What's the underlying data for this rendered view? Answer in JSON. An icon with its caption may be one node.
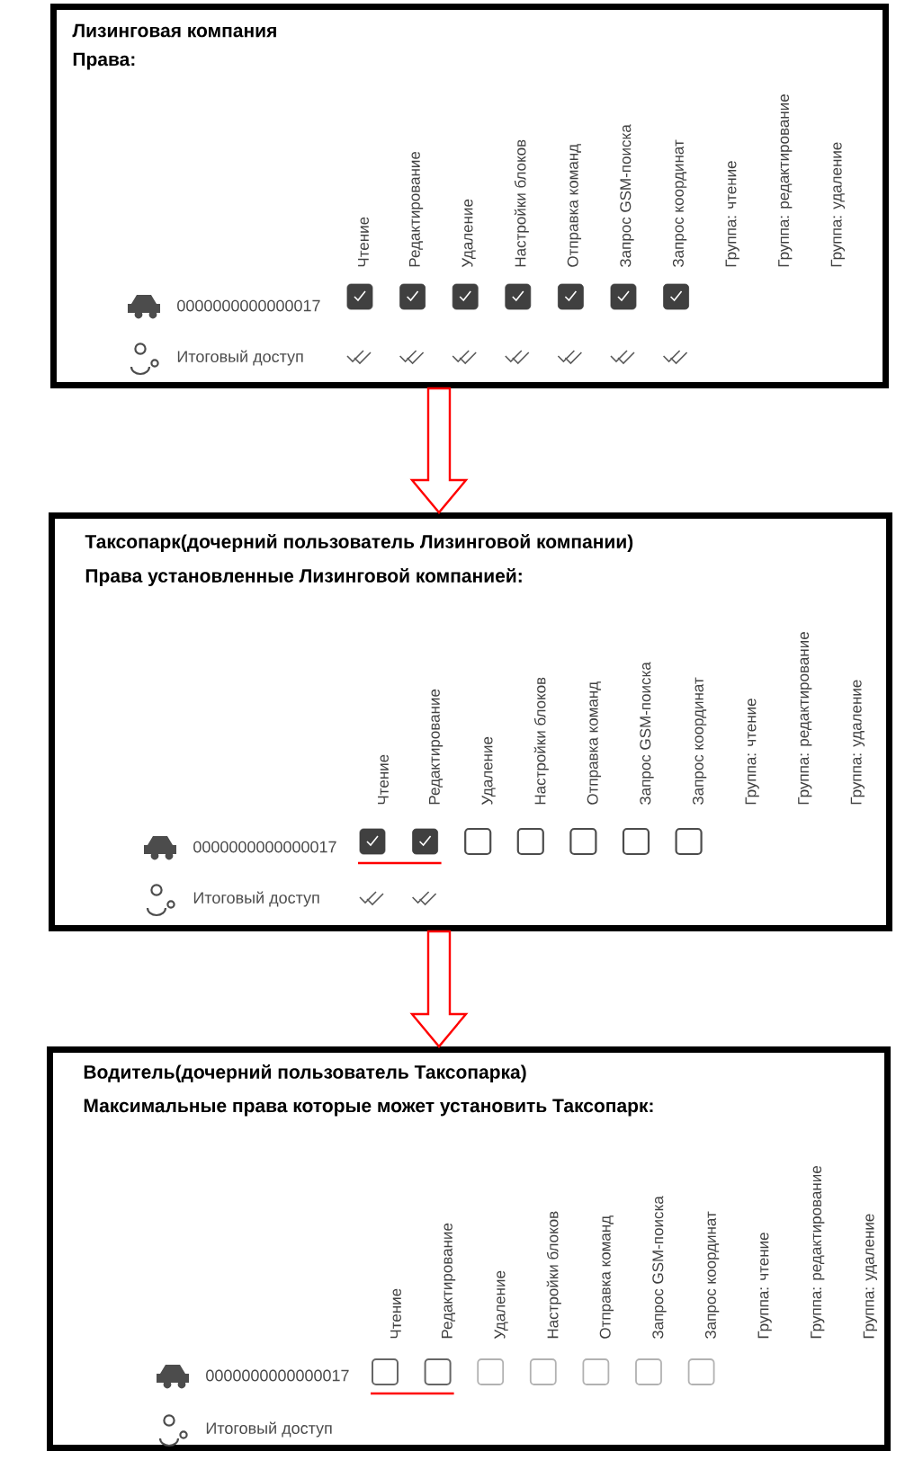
{
  "diagram": {
    "nodes": [
      {
        "text": [
          "Лизинговая компания",
          "Права:",
          "Чтение",
          "Редактирование",
          "Удаление",
          "Настройки блоков",
          "Отправка команд",
          "Запрос GSM-поиска",
          "Запрос координат",
          "Группа: чтение",
          "Группа: редактирование",
          "Группа: удаление",
          "0000000000000017",
          "Итоговый доступ"
        ]
      },
      {
        "text": [
          "Таксопарк(дочерний пользователь Лизинговой компании)",
          "Права установленные Лизинговой компанией:",
          "Чтение",
          "Редактирование",
          "Удаление",
          "Настройки блоков",
          "Отправка команд",
          "Запрос GSM-поиска",
          "Запрос координат",
          "Группа: чтение",
          "Группа: редактирование",
          "Группа: удаление",
          "0000000000000017",
          "Итоговый доступ"
        ]
      },
      {
        "text": [
          "Водитель(дочерний пользователь Таксопарка)",
          "Максимальные права которые может установить Таксопарк:",
          "Чтение",
          "Редактирование",
          "Удаление",
          "Настройки блоков",
          "Отправка команд",
          "Запрос GSM-поиска",
          "Запрос координат",
          "Группа: чтение",
          "Группа: редактирование",
          "Группа: удаление",
          "0000000000000017",
          "Итоговый доступ"
        ]
      }
    ],
    "edges": [
      {
        "from": 0,
        "to": 1,
        "arrow": "to"
      },
      {
        "from": 1,
        "to": 2,
        "arrow": "to"
      }
    ]
  }
}
